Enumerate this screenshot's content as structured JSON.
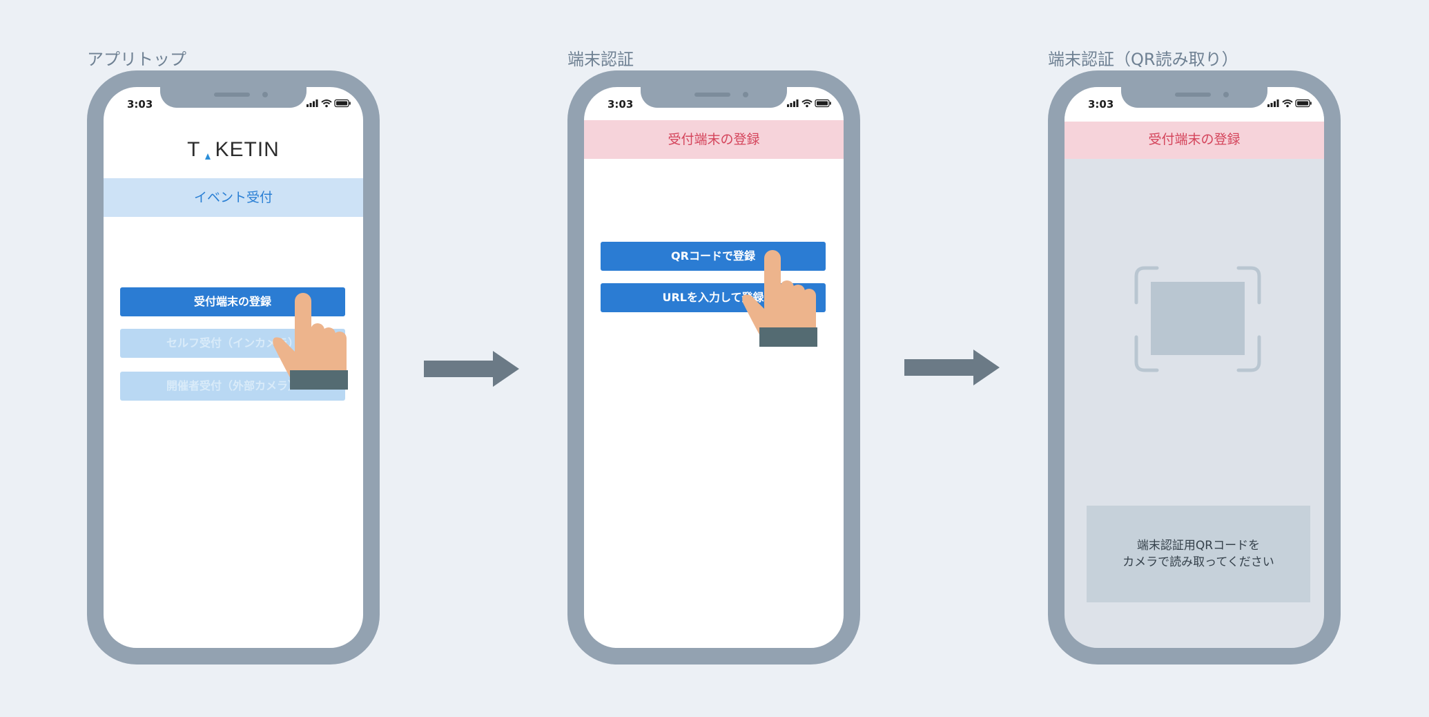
{
  "steps": [
    {
      "title": "アプリトップ",
      "time": "3:03",
      "logo_prefix": "T",
      "logo_a": "A",
      "logo_suffix": "KETIN",
      "band": "イベント受付",
      "buttons": [
        {
          "label": "受付端末の登録",
          "state": "enabled"
        },
        {
          "label": "セルフ受付（インカメラ）",
          "state": "disabled"
        },
        {
          "label": "開催者受付（外部カメラ）",
          "state": "disabled"
        }
      ]
    },
    {
      "title": "端末認証",
      "time": "3:03",
      "band": "受付端末の登録",
      "buttons": [
        {
          "label": "QRコードで登録",
          "state": "enabled"
        },
        {
          "label": "URLを入力して登録",
          "state": "enabled"
        }
      ]
    },
    {
      "title": "端末認証（QR読み取り）",
      "time": "3:03",
      "band": "受付端末の登録",
      "hint_line1": "端末認証用QRコードを",
      "hint_line2": "カメラで読み取ってください"
    }
  ],
  "colors": {
    "background": "#ecf0f5",
    "phone_frame": "#93a2b1",
    "primary_button": "#2b7cd3",
    "disabled_button": "#b9d8f3",
    "blue_band": "#cde2f6",
    "pink_band": "#f6d3da",
    "pink_text": "#d4445b",
    "arrow": "#6b7a86",
    "hand_skin": "#edb48c",
    "cuff": "#546b72"
  },
  "icons": [
    "signal-icon",
    "wifi-icon",
    "battery-icon",
    "pointing-hand-icon",
    "right-arrow-icon",
    "scan-frame-icon"
  ]
}
